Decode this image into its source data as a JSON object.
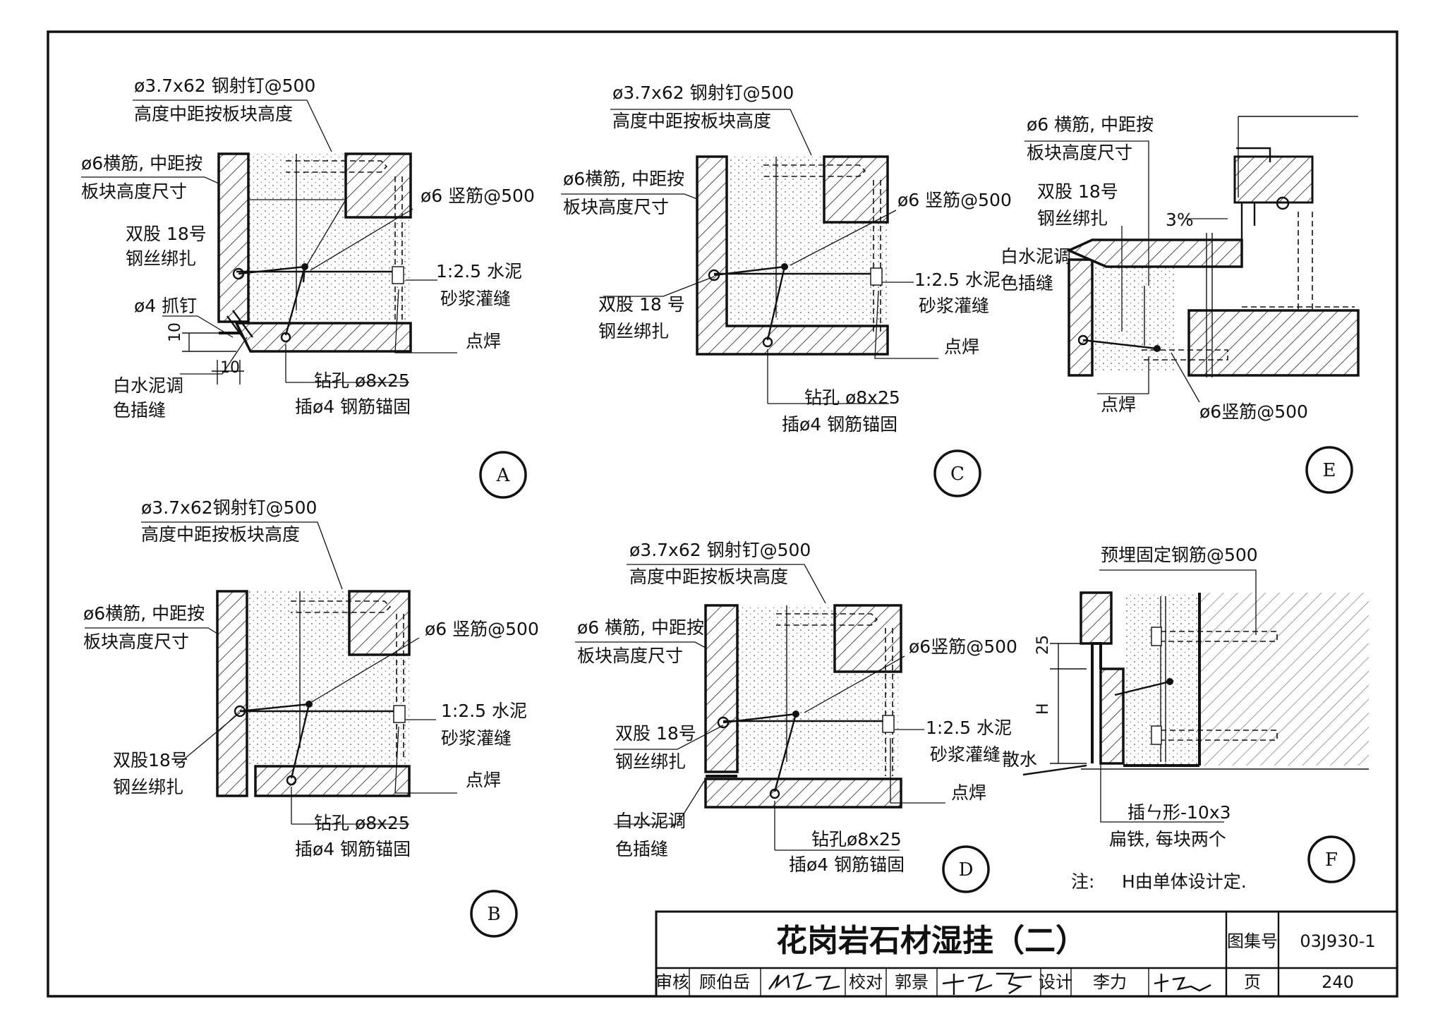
{
  "details": {
    "A": {
      "badge": "A",
      "nail": "ø3.7x62 钢射钉@500",
      "nail_note": "高度中距按板块高度",
      "hbar": "ø6横筋, 中距按",
      "hbar_note": "板块高度尺寸",
      "wire": "双股 18号",
      "wire_note": "钢丝绑扎",
      "claw": "ø4 抓钉",
      "vbar": "ø6 竖筋@500",
      "grout": "1:2.5 水泥",
      "grout_note": "砂浆灌缝",
      "weld": "点焊",
      "joint": "白水泥调",
      "joint_note": "色插缝",
      "drill": "钻孔 ø8x25",
      "drill_note": "插ø4 钢筋锚固",
      "dim_v": "10",
      "dim_h": "10"
    },
    "B": {
      "badge": "B",
      "nail": "ø3.7x62钢射钉@500",
      "nail_note": "高度中距按板块高度",
      "hbar": "ø6横筋, 中距按",
      "hbar_note": "板块高度尺寸",
      "vbar": "ø6 竖筋@500",
      "grout": "1:2.5 水泥",
      "grout_note": "砂浆灌缝",
      "wire": "双股18号",
      "wire_note": "钢丝绑扎",
      "weld": "点焊",
      "drill": "钻孔 ø8x25",
      "drill_note": "插ø4 钢筋锚固"
    },
    "C": {
      "badge": "C",
      "nail": "ø3.7x62 钢射钉@500",
      "nail_note": "高度中距按板块高度",
      "hbar": "ø6横筋, 中距按",
      "hbar_note": "板块高度尺寸",
      "vbar": "ø6 竖筋@500",
      "wire": "双股 18 号",
      "wire_note": "钢丝绑扎",
      "grout": "1:2.5 水泥",
      "grout_note": "砂浆灌缝",
      "weld": "点焊",
      "drill": "钻孔 ø8x25",
      "drill_note": "插ø4 钢筋锚固"
    },
    "D": {
      "badge": "D",
      "nail": "ø3.7x62 钢射钉@500",
      "nail_note": "高度中距按板块高度",
      "hbar": "ø6 横筋, 中距按",
      "hbar_note": "板块高度尺寸",
      "vbar": "ø6竖筋@500",
      "wire": "双股 18号",
      "wire_note": "钢丝绑扎",
      "grout": "1:2.5 水泥",
      "grout_note": "砂浆灌缝",
      "joint": "白水泥调",
      "joint_note": "色插缝",
      "weld": "点焊",
      "drill": "钻孔ø8x25",
      "drill_note": "插ø4 钢筋锚固"
    },
    "E": {
      "badge": "E",
      "hbar": "ø6 横筋, 中距按",
      "hbar_note": "板块高度尺寸",
      "wire": "双股 18号",
      "wire_note": "钢丝绑扎",
      "slope": "3%",
      "joint": "白水泥调",
      "joint_note": "色插缝",
      "weld": "点焊",
      "vbar": "ø6竖筋@500"
    },
    "F": {
      "badge": "F",
      "anchor": "预埋固定钢筋@500",
      "dim_25": "25",
      "dim_h": "H",
      "apron": "散水",
      "flat_iron": "插ㄣ形-10x3",
      "flat_iron_note": "扁铁, 每块两个",
      "note_label": "注:",
      "note": "H由单体设计定."
    }
  },
  "title_block": {
    "title": "花岗岩石材湿挂（二）",
    "atlas_label": "图集号",
    "atlas_no": "03J930-1",
    "review_label": "审核",
    "reviewer": "顾伯岳",
    "check_label": "校对",
    "checker": "郭景",
    "design_label": "设计",
    "designer": "李力",
    "page_label": "页",
    "page_no": "240"
  }
}
